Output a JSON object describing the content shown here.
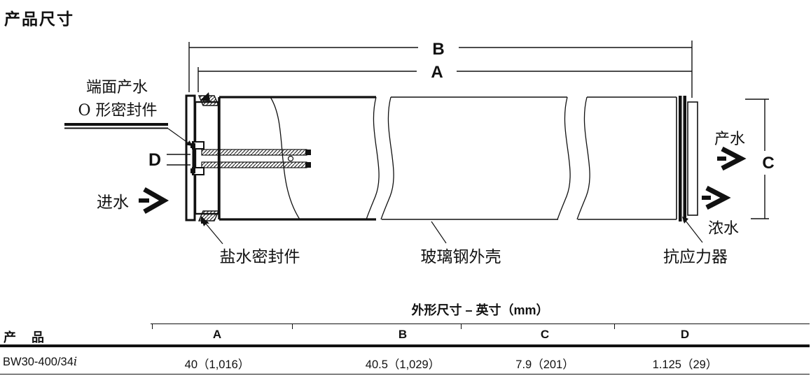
{
  "title": "产品尺寸",
  "colors": {
    "ink": "#111111",
    "background": "#ffffff"
  },
  "diagram": {
    "dims": {
      "A": "A",
      "B": "B",
      "C": "C",
      "D": "D"
    },
    "callouts": {
      "end_face_oring_line1": "端面产水",
      "end_face_oring_line2": "O 形密封件",
      "feed": "进水",
      "brine_seal": "盐水密封件",
      "shell": "玻璃钢外壳",
      "anti_telescoping": "抗应力器",
      "permeate": "产水",
      "concentrate": "浓水"
    }
  },
  "table": {
    "span_header": "外形尺寸 – 英寸（mm）",
    "product_col": "产　品",
    "columns": [
      "A",
      "B",
      "C",
      "D"
    ],
    "rows": [
      {
        "product_base": "BW30-400/34",
        "product_suffix": "i",
        "values": [
          "40（1,016）",
          "40.5（1,029）",
          "7.9（201）",
          "1.125（29）"
        ]
      }
    ]
  }
}
